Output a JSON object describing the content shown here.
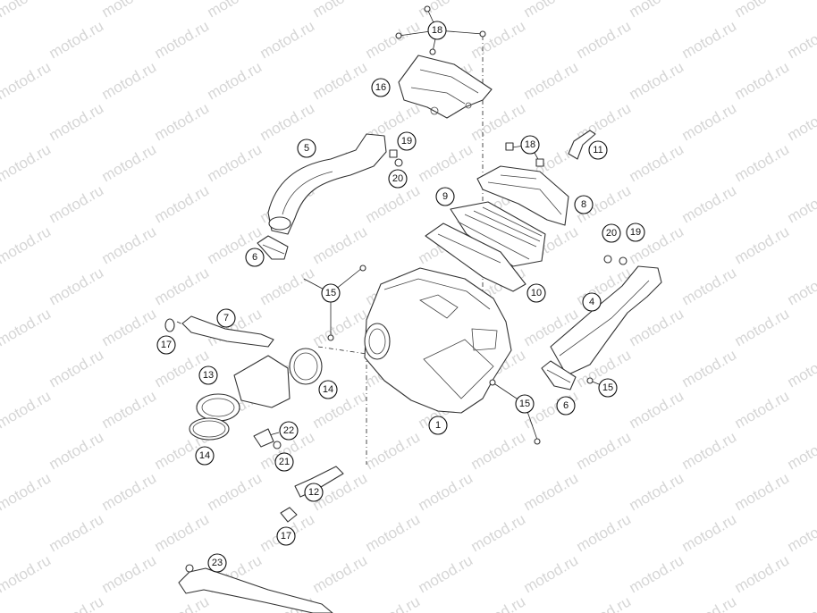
{
  "watermark": {
    "text": "motod.ru",
    "color": "#d6d6d6"
  },
  "callouts": [
    "18",
    "16",
    "5",
    "19",
    "20",
    "18",
    "11",
    "9",
    "8",
    "6",
    "20",
    "19",
    "15",
    "10",
    "7",
    "4",
    "17",
    "13",
    "14",
    "15",
    "6",
    "15",
    "1",
    "22",
    "14",
    "21",
    "12",
    "17",
    "23"
  ],
  "colors": {
    "line": "#333333",
    "background": "#ffffff"
  }
}
